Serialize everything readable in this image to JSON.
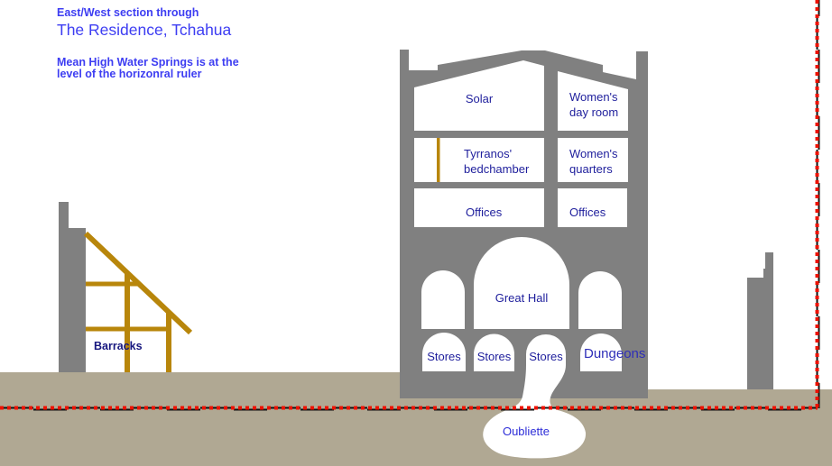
{
  "header": {
    "line1": "East/West section through",
    "title": "The Residence, Tchahua",
    "note": "Mean High Water Springs is at the\nlevel of the horizonral ruler"
  },
  "rooms": {
    "solar": "Solar",
    "womens_day_room": "Women's\nday room",
    "tyrranos_bedchamber": "Tyrranos'\nbedchamber",
    "womens_quarters": "Women's\nquarters",
    "offices_left": "Offices",
    "offices_right": "Offices",
    "great_hall": "Great Hall",
    "stores_1": "Stores",
    "stores_2": "Stores",
    "stores_3": "Stores",
    "dungeons": "Dungeons",
    "oubliette": "Oubliette"
  },
  "structures": {
    "barracks": "Barracks"
  },
  "colors": {
    "wall_gray": "#808080",
    "ground_tan": "#b0a893",
    "timber_gold": "#b8860b",
    "ruler_red": "#ee1100",
    "ruler_black": "#111111",
    "header_blue": "#3d3df2",
    "label_navy": "#1e1e9c",
    "dungeons_blue": "#2e2eb8",
    "oubliette_blue": "#2d2dd8",
    "room_white": "#ffffff"
  }
}
